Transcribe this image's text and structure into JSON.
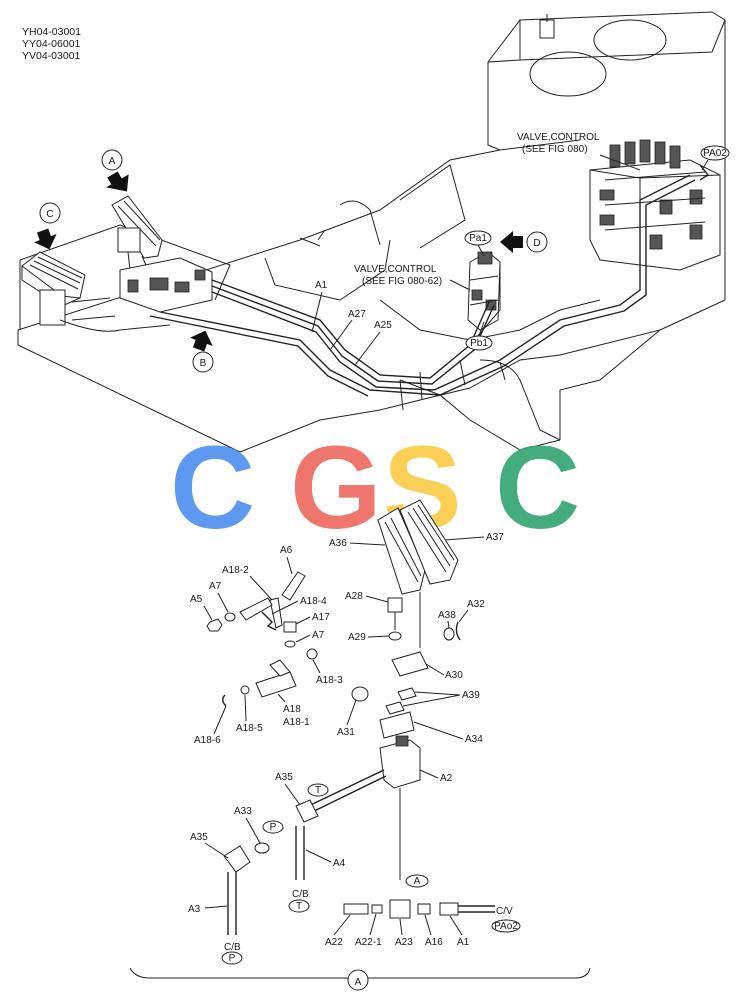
{
  "serial_codes": [
    "YH04-03001",
    "YY04-06001",
    "YV04-03001"
  ],
  "watermark": {
    "letters": [
      "C",
      "G",
      "S",
      "C"
    ],
    "colors": [
      "#4f8ff0",
      "#ee6a5f",
      "#f8cc46",
      "#35a573"
    ]
  },
  "view_markers": {
    "a_top": "A",
    "b": "B",
    "c": "C",
    "d": "D",
    "a_bottom": "A"
  },
  "callouts": {
    "valve_main_1": "VALVE,CONTROL",
    "valve_main_2": "(SEE FIG 080)",
    "valve_pilot_1": "VALVE,CONTROL",
    "valve_pilot_2": "(SEE FIG 080-62)"
  },
  "ports": {
    "pa1": "Pa1",
    "pb1": "Pb1",
    "pa02": "PA02",
    "pao2": "PAo2",
    "t_top": "T",
    "t_bottom": "T",
    "p_top": "P",
    "p_bottom": "P",
    "a_port": "A"
  },
  "labels": {
    "a1_upper": "A1",
    "a27": "A27",
    "a25": "A25",
    "a36": "A36",
    "a37": "A37",
    "a6": "A6",
    "a18_2": "A18-2",
    "a7_upper": "A7",
    "a5": "A5",
    "a18_4": "A18-4",
    "a17": "A17",
    "a7_lower": "A7",
    "a18_3": "A18-3",
    "a18": "A18",
    "a18_1": "A18-1",
    "a18_5": "A18-5",
    "a18_6": "A18-6",
    "a28": "A28",
    "a29": "A29",
    "a38": "A38",
    "a32": "A32",
    "a30": "A30",
    "a39": "A39",
    "a31": "A31",
    "a34": "A34",
    "a2": "A2",
    "a35_top": "A35",
    "a33": "A33",
    "a35_left": "A35",
    "a4": "A4",
    "a3": "A3",
    "cb_t": "C/B",
    "cb_p": "C/B",
    "a22": "A22",
    "a22_1": "A22-1",
    "a23": "A23",
    "a16": "A16",
    "a1_lower": "A1",
    "cv": "C/V"
  }
}
